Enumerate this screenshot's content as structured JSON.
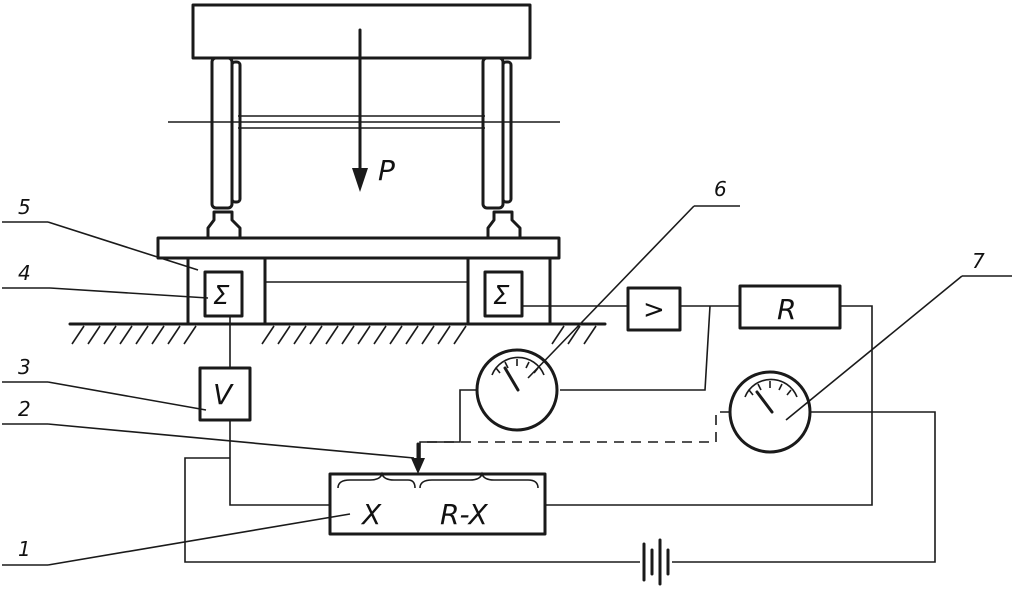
{
  "load_label": "P",
  "callouts": [
    {
      "id": "1",
      "text": "1"
    },
    {
      "id": "2",
      "text": "2"
    },
    {
      "id": "3",
      "text": "3"
    },
    {
      "id": "4",
      "text": "4"
    },
    {
      "id": "5",
      "text": "5"
    },
    {
      "id": "6",
      "text": "6"
    },
    {
      "id": "7",
      "text": "7"
    }
  ],
  "potentiometer": {
    "left_part": "X",
    "right_part": "R-X"
  },
  "resistor_label": "R",
  "voltage_block_label": "V",
  "amplifier_symbol": ">",
  "gauge_symbol": "Σ"
}
